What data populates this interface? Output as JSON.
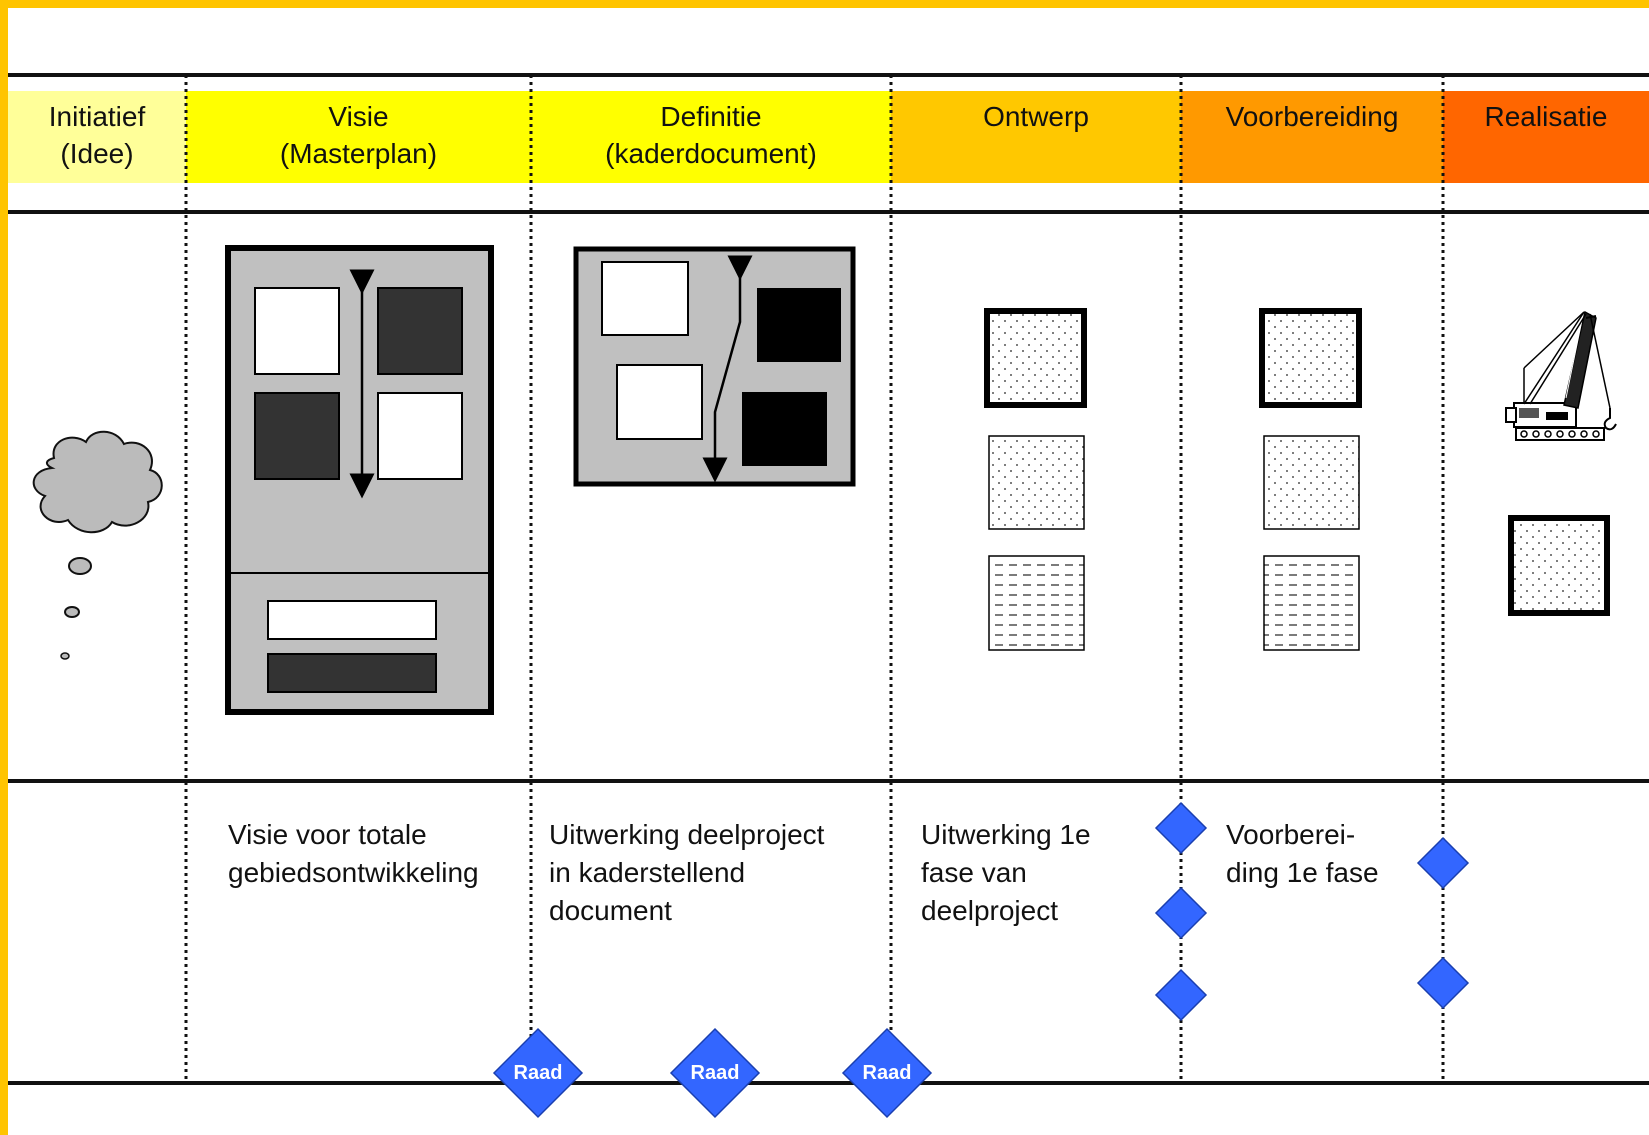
{
  "colors": {
    "frame": "#ffc400",
    "phase_initiatief": "#ffff99",
    "phase_visie": "#ffff00",
    "phase_definitie": "#ffff00",
    "phase_ontwerp": "#ffc800",
    "phase_voorbereiding": "#ff9900",
    "phase_realisatie": "#ff6600",
    "milestone": "#3366ff"
  },
  "phases": [
    {
      "id": "initiatief",
      "line1": "Initiatief",
      "line2": "(Idee)"
    },
    {
      "id": "visie",
      "line1": "Visie",
      "line2": "(Masterplan)"
    },
    {
      "id": "definitie",
      "line1": "Definitie",
      "line2": "(kaderdocument)"
    },
    {
      "id": "ontwerp",
      "line1": "Ontwerp",
      "line2": ""
    },
    {
      "id": "voorbereiding",
      "line1": "Voorbereiding",
      "line2": ""
    },
    {
      "id": "realisatie",
      "line1": "Realisatie",
      "line2": ""
    }
  ],
  "descriptions": {
    "visie": [
      "Visie voor totale",
      "gebiedsontwikkeling"
    ],
    "definitie": [
      "Uitwerking deelproject",
      "in kaderstellend",
      "document"
    ],
    "ontwerp": [
      "Uitwerking 1e",
      "fase van",
      "deelproject"
    ],
    "voorbereiding": [
      "Voorberei-",
      "ding 1e fase"
    ]
  },
  "milestones": {
    "raad_label": "Raad",
    "raad_count": 3,
    "ontwerp_voorbereiding_count": 3,
    "voorbereiding_realisatie_count": 2
  },
  "icons": {
    "idea": "thought-cloud-icon",
    "masterplan": "masterplan-block-icon",
    "kaderdocument": "kaderdocument-block-icon",
    "design_tiles": "design-tiles-icon",
    "crane": "crane-icon"
  }
}
